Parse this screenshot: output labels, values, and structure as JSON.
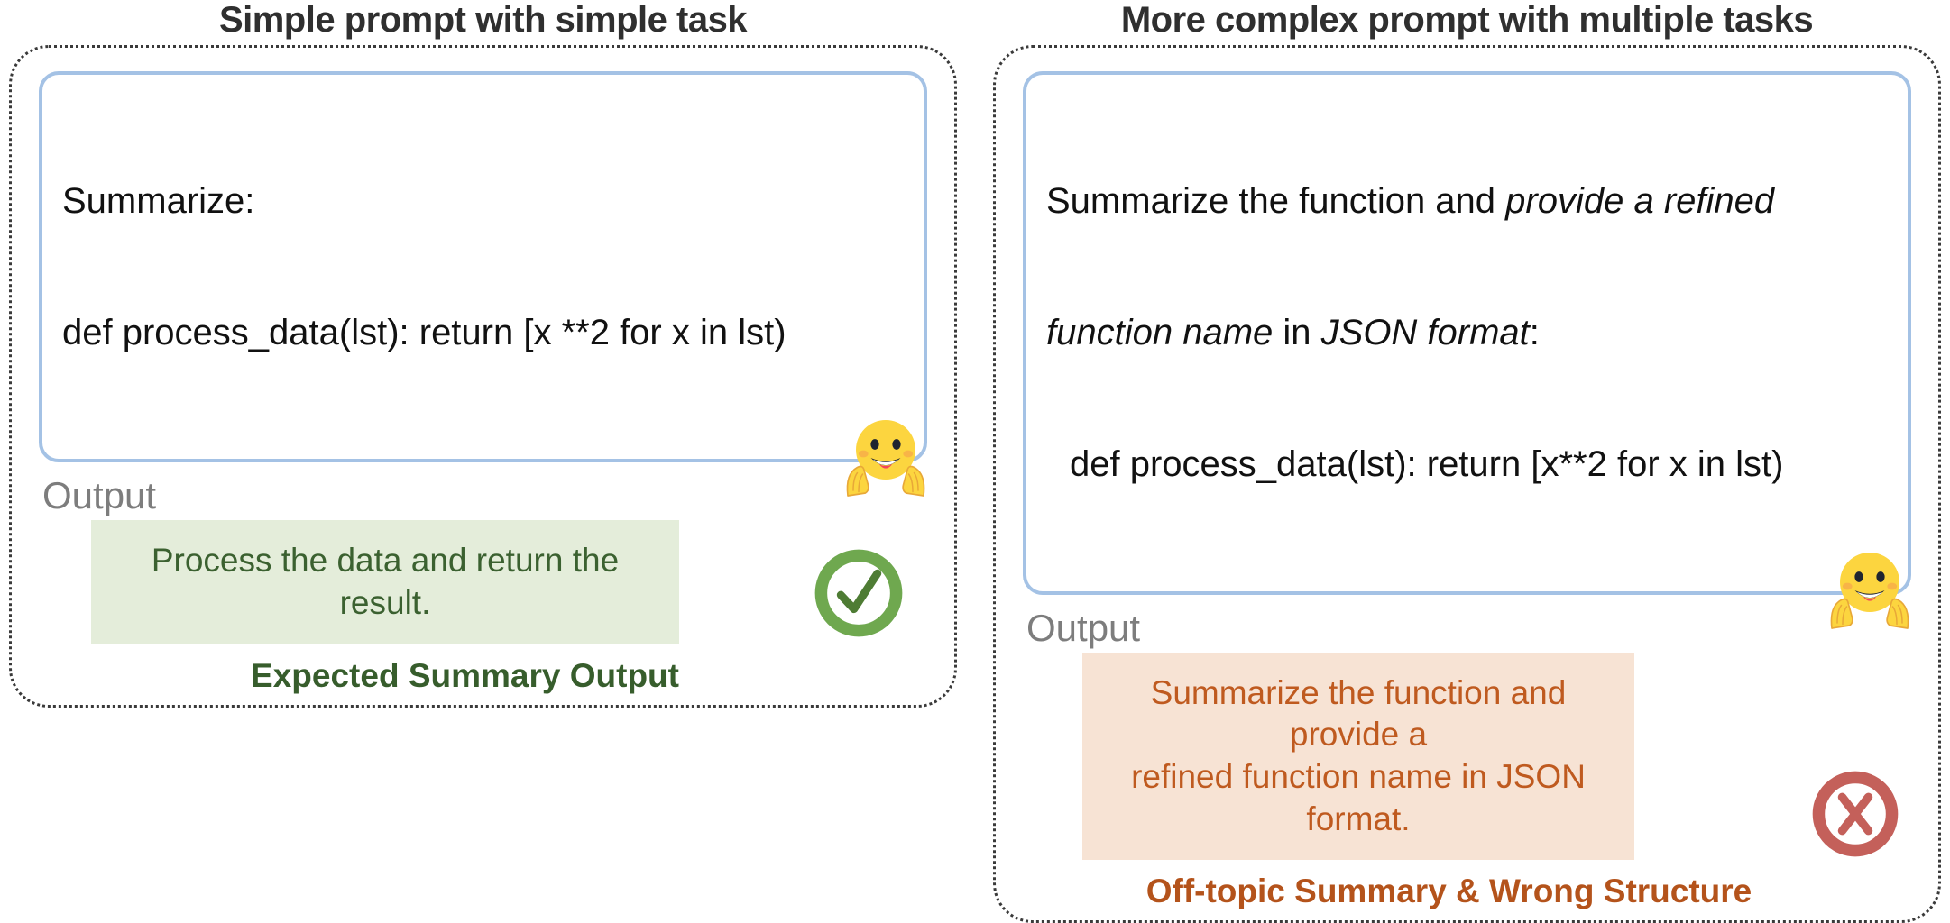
{
  "panels": [
    {
      "title": "Simple prompt with simple task",
      "prompt": {
        "line1": "Summarize:",
        "line2": "def process_data(lst): return [x **2 for x in lst)",
        "emoji_name": "hugging-face-emoji"
      },
      "output_label": "Output",
      "output_text": "Process the data and return the result.",
      "verdict": "Expected Summary Output",
      "status_icon": "check-circle-icon",
      "colors": {
        "output_bg": "#e4edda",
        "output_fg": "#3b6130",
        "verdict_fg": "#375d2c",
        "icon": "#6fa84f",
        "prompt_border": "#a4c2e5"
      }
    },
    {
      "title": "More complex prompt with multiple tasks",
      "prompt": {
        "line1_a": "Summarize the function and ",
        "line1_b": "provide a refined",
        "line2_a": "function name",
        "line2_b": " in ",
        "line2_c": "JSON format",
        "line2_d": ":",
        "line3": "def process_data(lst): return [x**2 for x in lst)",
        "emoji_name": "hugging-face-emoji"
      },
      "output_label": "Output",
      "output_text_line1": "Summarize the function and provide a",
      "output_text_line2": "refined function name in JSON format.",
      "verdict": "Off-topic Summary & Wrong Structure",
      "status_icon": "cross-circle-icon",
      "colors": {
        "output_bg": "#f7e3d4",
        "output_fg": "#bf5a1f",
        "verdict_fg": "#b4531b",
        "icon": "#c4605a",
        "prompt_border": "#a4c2e5"
      }
    }
  ]
}
